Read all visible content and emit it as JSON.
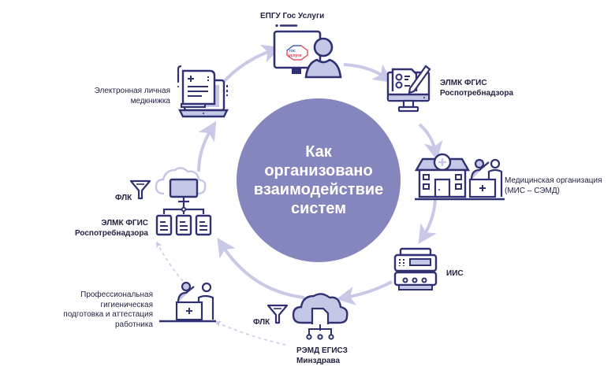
{
  "colors": {
    "center_fill": "#8486bd",
    "icon_stroke": "#2f3172",
    "icon_fill": "#c5c7e6",
    "arrow": "#c7c9e7",
    "dashed_arrow": "#c9cbe6",
    "text": "#1f2040",
    "gosuslugi_blue": "#2b63c8",
    "gosuslugi_red": "#e4344a"
  },
  "center": {
    "title": "Как\nорганизовано\nвзаимодействие\nсистем"
  },
  "nodes": [
    {
      "id": "epgu",
      "label": "ЕПГУ Гос Услуги",
      "icon": "monitor-user-icon",
      "logo_text_1": "гос",
      "logo_text_2": "услуги"
    },
    {
      "id": "elmk-top",
      "label_line1": "ЭЛМК ФГИС",
      "label_line2": "Роспотребнадзора",
      "icon": "checklist-monitor-icon"
    },
    {
      "id": "med-org",
      "label_line1": "Медицинская организация",
      "label_line2": "(МИС – СЭМД)",
      "icon": "hospital-icon"
    },
    {
      "id": "iis",
      "label": "ИИС",
      "icon": "server-icon"
    },
    {
      "id": "remd",
      "label_line1": "РЭМД ЕГИСЗ",
      "label_line2": "Минздрава",
      "icon": "cloud-document-icon",
      "filter_label": "ФЛК"
    },
    {
      "id": "training",
      "label_line1": "Профессиональная",
      "label_line2": "гигиеническая",
      "label_line3": "подготовка и аттестация",
      "label_line4": "работника",
      "icon": "consultation-icon"
    },
    {
      "id": "elmk-left",
      "label_line1": "ЭЛМК ФГИС",
      "label_line2": "Роспотребнадзора",
      "icon": "cloud-network-icon",
      "filter_label": "ФЛК"
    },
    {
      "id": "elmk-book",
      "label_line1": "Электронная личная",
      "label_line2": "медкнижка",
      "icon": "laptop-document-icon"
    }
  ]
}
